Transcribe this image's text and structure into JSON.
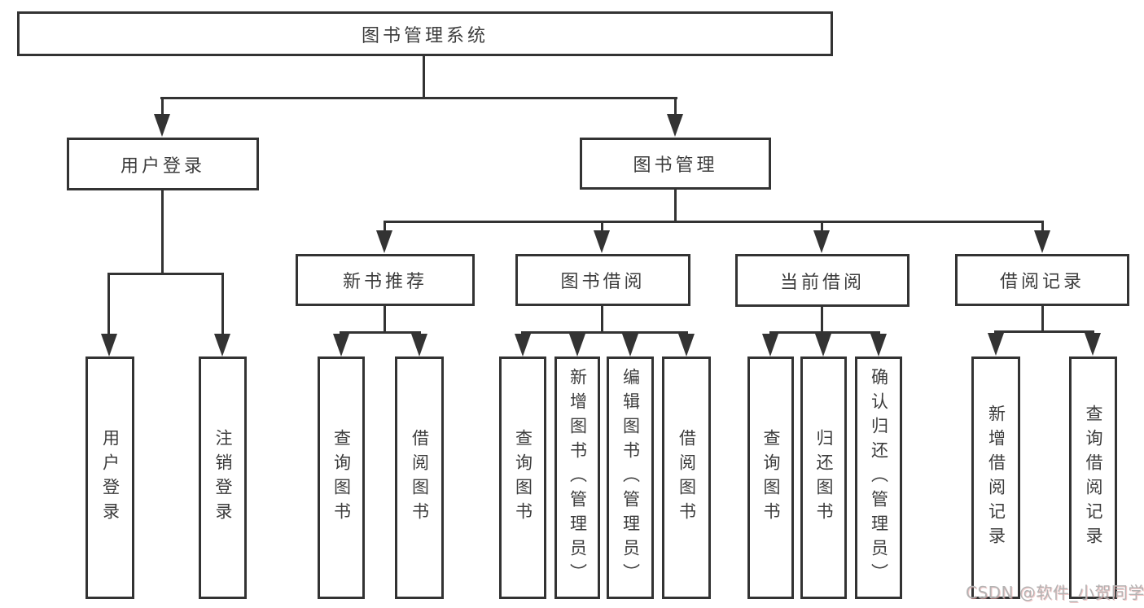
{
  "diagram_type": "functional-structure-tree",
  "watermark": "CSDN @软件_小贺同学",
  "colors": {
    "line": "#333333",
    "text": "#3c3c3c",
    "watermark": "#b3b3b3",
    "background": "#ffffff"
  },
  "tree": {
    "label": "图书管理系统",
    "children": [
      {
        "label": "用户登录",
        "children": [
          {
            "label": "用户登录"
          },
          {
            "label": "注销登录"
          }
        ]
      },
      {
        "label": "图书管理",
        "children": [
          {
            "label": "新书推荐",
            "children": [
              {
                "label": "查询图书"
              },
              {
                "label": "借阅图书"
              }
            ]
          },
          {
            "label": "图书借阅",
            "children": [
              {
                "label": "查询图书"
              },
              {
                "label": "新增图书（管理员）"
              },
              {
                "label": "编辑图书（管理员）"
              },
              {
                "label": "借阅图书"
              }
            ]
          },
          {
            "label": "当前借阅",
            "children": [
              {
                "label": "查询图书"
              },
              {
                "label": "归还图书"
              },
              {
                "label": "确认归还（管理员）"
              }
            ]
          },
          {
            "label": "借阅记录",
            "children": [
              {
                "label": "新增借阅记录"
              },
              {
                "label": "查询借阅记录"
              }
            ]
          }
        ]
      }
    ]
  }
}
